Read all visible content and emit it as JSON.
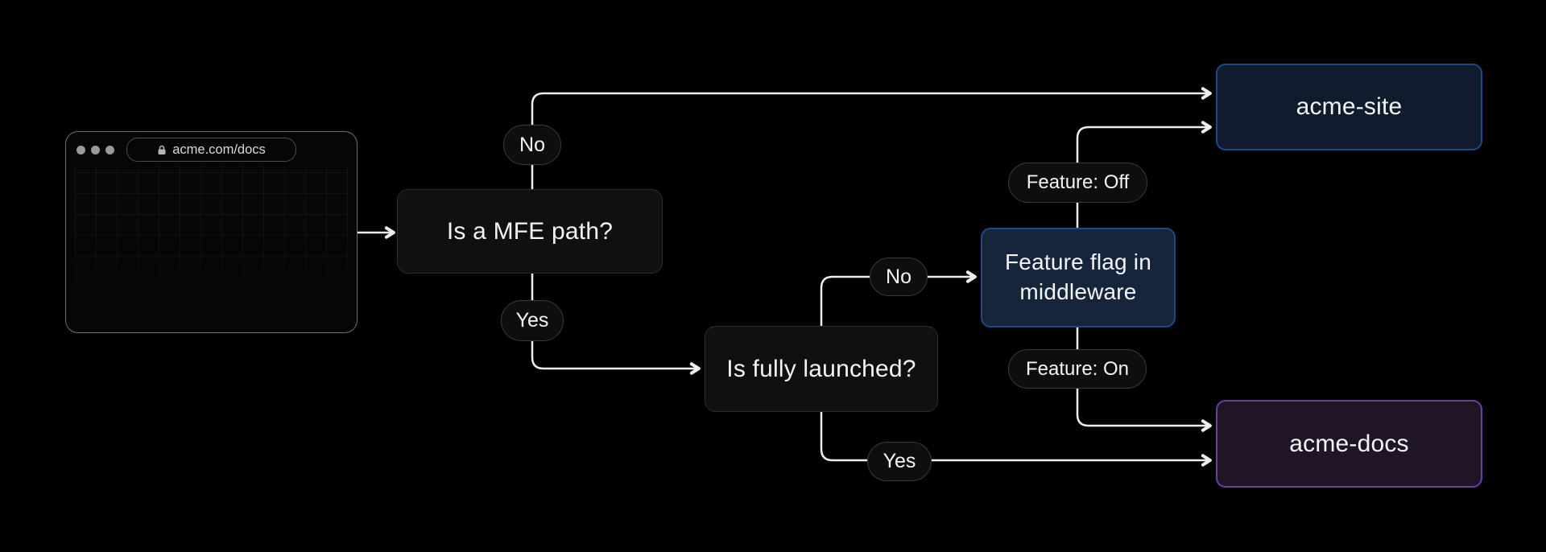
{
  "theme": {
    "bg": "#000000",
    "line": "#ededed",
    "text": "#f4f4f4",
    "node_fill": "#101012",
    "node_border": "#2d2d2f",
    "pill_fill": "#0e0e10",
    "pill_border": "#3a3a3c",
    "site_fill": "#101c2e",
    "blue_border": "#1d4a85",
    "middleware_fill": "#16243c",
    "docs_fill": "#1f1527",
    "docs_border": "#6f3f9e"
  },
  "browser": {
    "url": "acme.com/docs",
    "lock_icon": "lock-icon",
    "window_controls": "traffic-light-dots"
  },
  "flow": {
    "nodes": {
      "mfe_question": {
        "label": "Is a MFE path?"
      },
      "launched_question": {
        "label": "Is fully launched?"
      },
      "feature_flag": {
        "label": "Feature flag in middleware"
      },
      "acme_site": {
        "label": "acme-site"
      },
      "acme_docs": {
        "label": "acme-docs"
      }
    },
    "edge_labels": {
      "mfe_no": {
        "label": "No"
      },
      "mfe_yes": {
        "label": "Yes"
      },
      "launched_no": {
        "label": "No"
      },
      "launched_yes": {
        "label": "Yes"
      },
      "feature_off": {
        "label": "Feature: Off"
      },
      "feature_on": {
        "label": "Feature: On"
      }
    }
  }
}
